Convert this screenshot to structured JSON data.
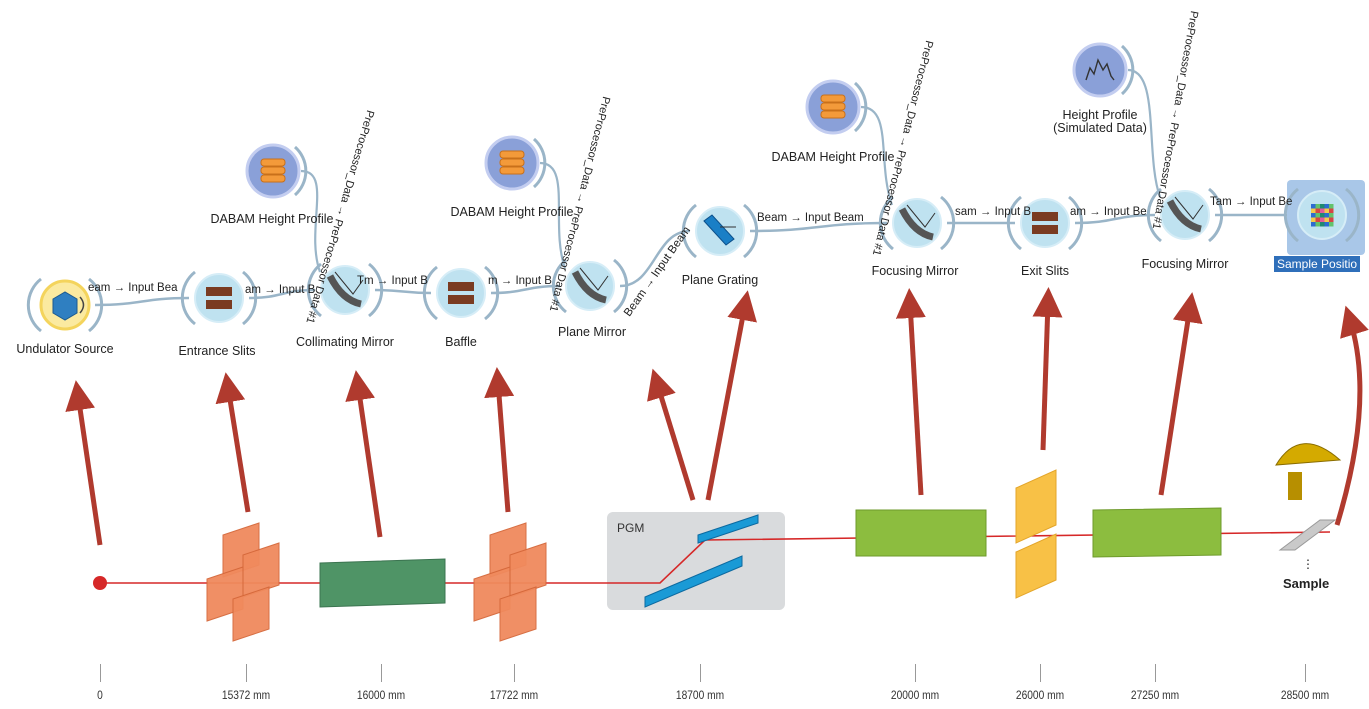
{
  "workflow": {
    "widgets": [
      {
        "id": "undulator",
        "label": "Undulator Source",
        "icon": "undulator-source-icon"
      },
      {
        "id": "entrance",
        "label": "Entrance Slits",
        "icon": "slits-icon"
      },
      {
        "id": "collimating",
        "label": "Collimating Mirror",
        "icon": "mirror-icon"
      },
      {
        "id": "baffle",
        "label": "Baffle",
        "icon": "slits-icon"
      },
      {
        "id": "plane_mirror",
        "label": "Plane Mirror",
        "icon": "mirror-icon"
      },
      {
        "id": "plane_grating",
        "label": "Plane Grating",
        "icon": "grating-icon"
      },
      {
        "id": "focusing1",
        "label": "Focusing Mirror",
        "icon": "mirror-icon"
      },
      {
        "id": "exit",
        "label": "Exit Slits",
        "icon": "slits-icon"
      },
      {
        "id": "focusing2",
        "label": "Focusing Mirror",
        "icon": "mirror-icon"
      },
      {
        "id": "sample",
        "label": "Sample Positio",
        "icon": "sample-position-icon"
      }
    ],
    "profiles": [
      {
        "id": "dabam1",
        "label": "DABAM Height Profile",
        "icon": "database-icon"
      },
      {
        "id": "dabam2",
        "label": "DABAM Height Profile",
        "icon": "database-icon"
      },
      {
        "id": "dabam3",
        "label": "DABAM Height Profile",
        "icon": "database-icon"
      },
      {
        "id": "height",
        "label_line1": "Height Profile",
        "label_line2": "(Simulated Data)",
        "icon": "height-profile-icon"
      }
    ],
    "beam_links": [
      {
        "label": "eam → Input Bea"
      },
      {
        "label": "am → Input B"
      },
      {
        "label": "Tm → Input B"
      },
      {
        "label": "m → Input B"
      },
      {
        "label": "Beam → Input Beam"
      },
      {
        "label": "Beam → Input Beam"
      },
      {
        "label": "sam → Input B"
      },
      {
        "label": "am → Input Be"
      },
      {
        "label": "Tam → Input Be"
      }
    ],
    "preprocessor_links": [
      {
        "label": "PreProcessor_Data → PreProcessor Data #1"
      },
      {
        "label": "PreProcessor_Data → PreProcessor Data #1"
      },
      {
        "label": "PreProcessor_Data → PreProcessor Data #1"
      },
      {
        "label": "PreProcessor_Data → PreProcessor Data #1"
      }
    ]
  },
  "beamline": {
    "pgm_label": "PGM",
    "sample_label": "Sample",
    "positions": [
      "0",
      "15372 mm",
      "16000 mm",
      "17722 mm",
      "18700 mm",
      "20000 mm",
      "26000 mm",
      "27250 mm",
      "28500 mm"
    ]
  },
  "colors": {
    "arrow": "#b03a2e",
    "beam": "#d62828",
    "slits": "#f08a5d",
    "collimating_mirror": "#4f9466",
    "focusing_mirror": "#8cbd3f",
    "exit_slits": "#f8c146",
    "grating": "#1a9ad6",
    "pgm_box": "#d9dbdd",
    "widget_ring": "#9ab5c8",
    "widget_fill": "#bfe2f0",
    "profile_fill": "#8aa0d8",
    "selection": "#2f6fba"
  }
}
